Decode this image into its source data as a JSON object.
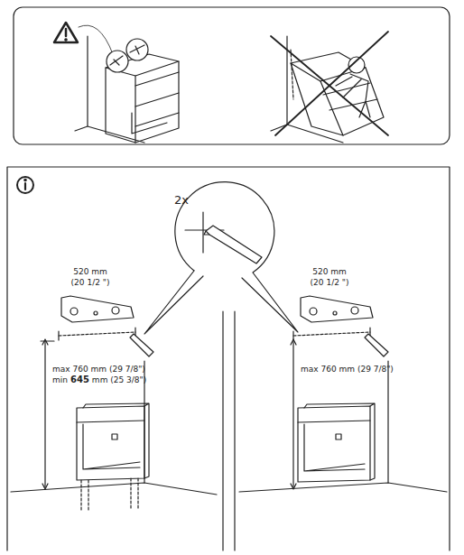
{
  "diagram": {
    "labels": [
      "2x",
      "520 mm",
      "(20 1/2   \")",
      "max 760 mm (29 7/8\")",
      "min",
      "645",
      "mm (25 3/8\")",
      "520 mm",
      "(20 1/2   \")",
      "max 760 mm (29 7/8\")"
    ]
  }
}
